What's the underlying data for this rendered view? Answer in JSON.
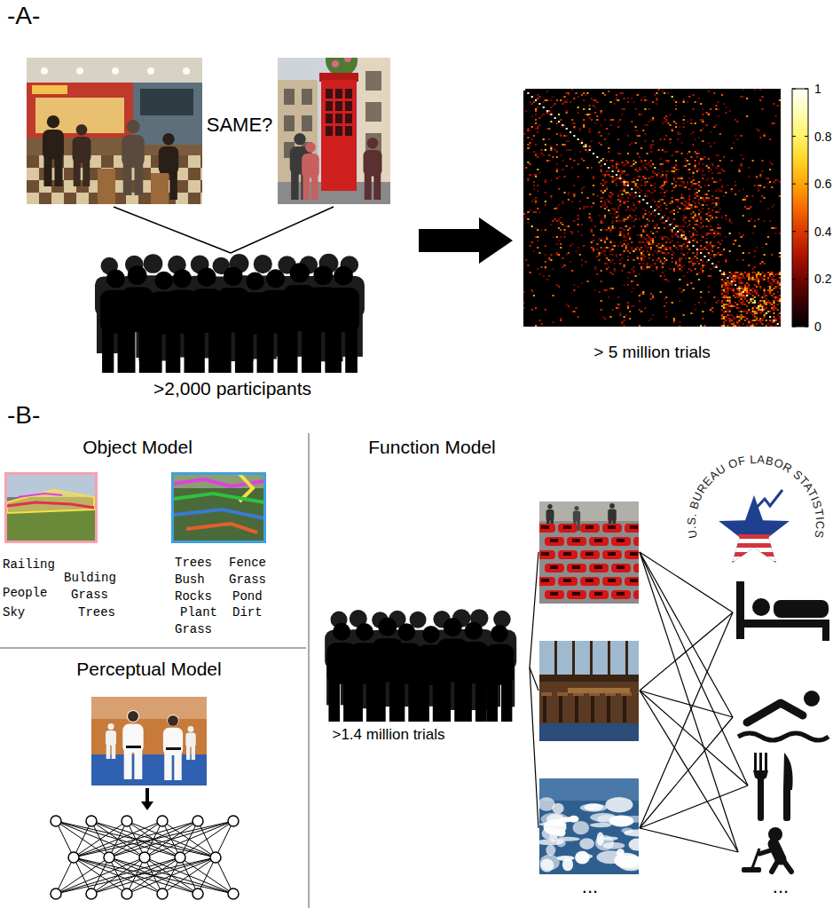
{
  "diagram": {
    "labels": [
      "-A-",
      "SAME?",
      ">2,000 participants",
      "1",
      "0.8",
      "0.6",
      "0.4",
      "0.2",
      "0",
      "> 5 million trials",
      "-B-",
      "Object Model",
      "Railing",
      "Bulding",
      "People",
      "Grass",
      "Sky",
      "Trees",
      "Trees",
      "Fence",
      "Bush",
      "Grass",
      "Rocks",
      "Pond",
      "Plant",
      "Dirt",
      "Grass",
      "Perceptual Model",
      "Function Model",
      "U.S. BUREAU OF LABOR STATISTICS",
      ">1.4 million trials",
      "...",
      "..."
    ]
  }
}
